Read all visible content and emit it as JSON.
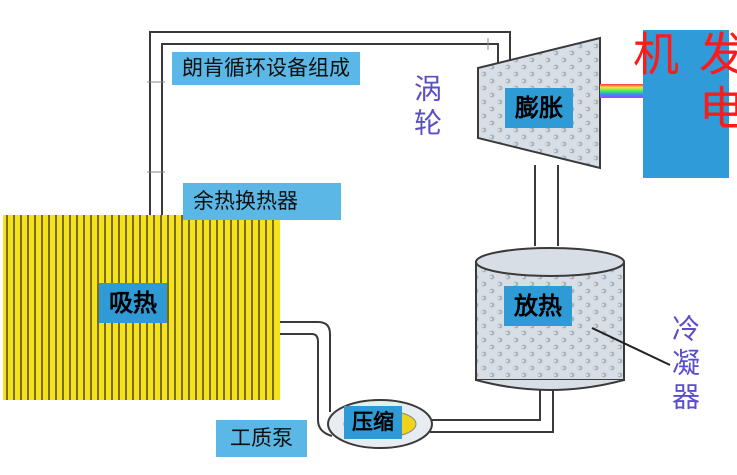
{
  "labels": {
    "title": "朗肯循环设备组成",
    "waste_heat_exchanger": "余热换热器",
    "absorb_heat": "吸热",
    "turbine": "涡轮",
    "expansion": "膨胀",
    "generator": "发电机",
    "release_heat": "放热",
    "condenser": "冷凝器",
    "compression": "压缩",
    "working_fluid_pump": "工质泵"
  },
  "colors": {
    "coil_yellow": "#f4e21a",
    "label_blue": "#5bb7e6",
    "core_label_blue": "#2e9ad6",
    "generator_box": "#2f9bd8",
    "generator_text": "#ff1a1a",
    "purple_text": "#5b4ec9",
    "pipe": "#3a3a3a",
    "equipment_body": "#c9d2dc"
  }
}
